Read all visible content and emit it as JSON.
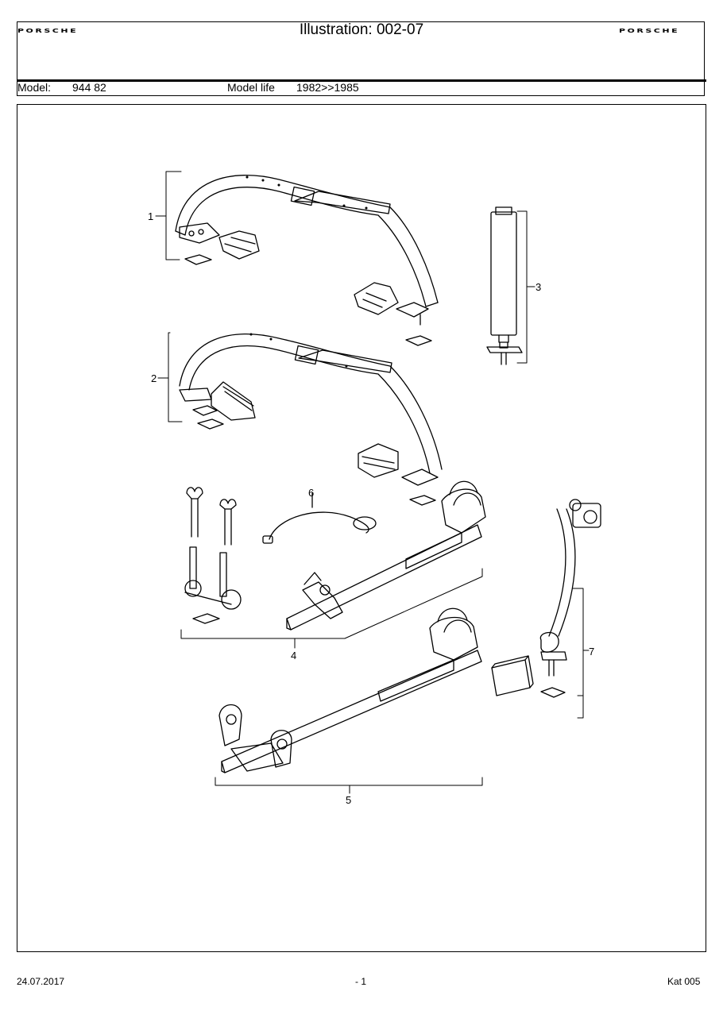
{
  "header": {
    "brand_left": "PORSCHE",
    "brand_right": "PORSCHE",
    "title": "Illustration: 002-07"
  },
  "model": {
    "label": "Model:",
    "value": "944 82",
    "life_label": "Model life",
    "life_value": "1982>>1985"
  },
  "callouts": {
    "c1": "1",
    "c2": "2",
    "c3": "3",
    "c4": "4",
    "c5": "5",
    "c6": "6",
    "c7": "7"
  },
  "footer": {
    "date": "24.07.2017",
    "page": "- 1",
    "catalog": "Kat 005"
  }
}
